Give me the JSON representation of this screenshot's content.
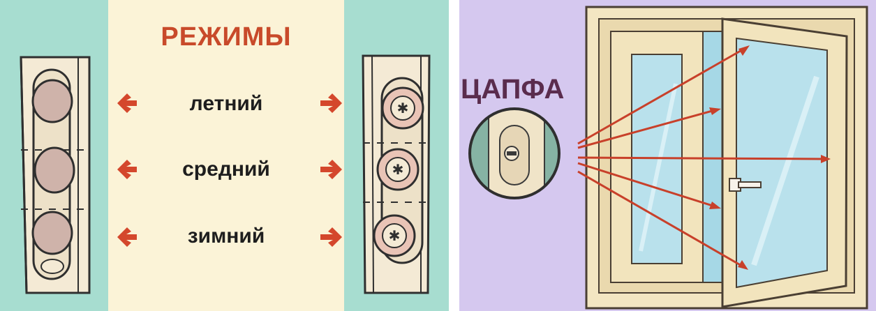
{
  "modes_panel": {
    "title": "РЕЖИМЫ",
    "modes": [
      "летний",
      "средний",
      "зимний"
    ],
    "colors": {
      "background": "#a7ddd0",
      "center_band": "#fbf3d7",
      "title": "#c84a2a",
      "arrow": "#d4472c"
    }
  },
  "cam_panel": {
    "title": "ЦАПФА",
    "colors": {
      "background": "#d5c8ef",
      "title": "#5a2c4d",
      "arrow": "#c8402a"
    }
  }
}
